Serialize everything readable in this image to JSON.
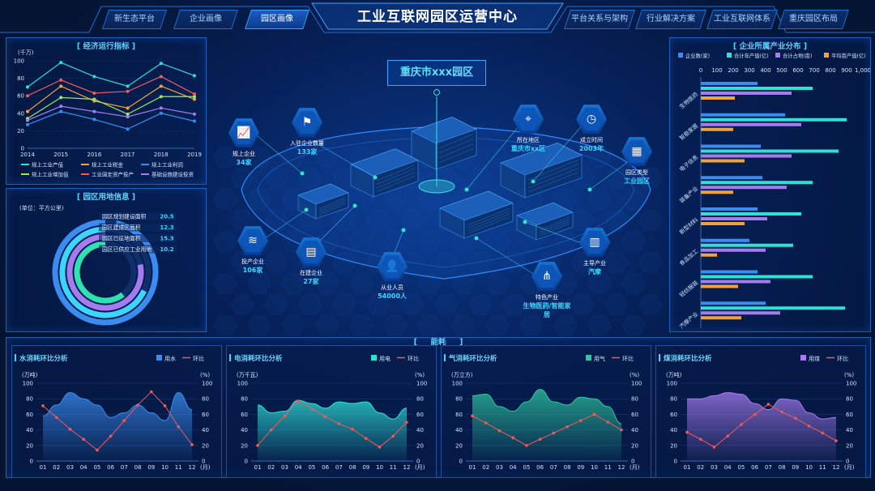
{
  "nav": {
    "left_tabs": [
      "新生态平台",
      "企业画像",
      "园区画像"
    ],
    "active_index": 2,
    "right_tabs": [
      "平台关系与架构",
      "行业解决方案",
      "工业互联网体系",
      "重庆园区布局"
    ],
    "title": "工业互联网园区运营中心"
  },
  "economy_panel": {
    "title": "经济运行指标",
    "unit": "(千万)",
    "chart_data": {
      "type": "line",
      "x": [
        "2014",
        "2015",
        "2016",
        "2017",
        "2018",
        "2019"
      ],
      "ylim": [
        0,
        100
      ],
      "yticks": [
        0,
        20,
        40,
        60,
        80,
        100
      ],
      "series": [
        {
          "name": "规上工业产值",
          "color": "#2fe0d6",
          "values": [
            70,
            98,
            82,
            71,
            97,
            83
          ]
        },
        {
          "name": "规上工业税金",
          "color": "#f2a23a",
          "values": [
            42,
            71,
            54,
            46,
            71,
            56
          ]
        },
        {
          "name": "规上工业利润",
          "color": "#3a8cf0",
          "values": [
            27,
            42,
            33,
            22,
            40,
            31
          ]
        },
        {
          "name": "规上工业增加值",
          "color": "#9ee85a",
          "values": [
            34,
            58,
            56,
            39,
            59,
            59
          ]
        },
        {
          "name": "工业固定资产投产",
          "color": "#f05a5a",
          "values": [
            60,
            78,
            63,
            65,
            82,
            62
          ]
        },
        {
          "name": "基础设施建设投资",
          "color": "#a57cf0",
          "values": [
            32,
            48,
            42,
            36,
            46,
            39
          ]
        }
      ]
    }
  },
  "land_panel": {
    "title": "园区用地信息",
    "unit": "(单位：平方公里)",
    "items": [
      {
        "label": "园区规划建设面积",
        "value": "20.5",
        "num": 20.5,
        "color": "#3a8cf0"
      },
      {
        "label": "园区建成区面积",
        "value": "12.3",
        "num": 12.3,
        "color": "#3ad6ff"
      },
      {
        "label": "园区已征地面积",
        "value": "15.3",
        "num": 15.3,
        "color": "#a57cf0"
      },
      {
        "label": "园区已供应工业用地",
        "value": "10.2",
        "num": 10.2,
        "color": "#2fe0b0"
      }
    ]
  },
  "center": {
    "park_name": "重庆市xxx园区",
    "nodes": [
      {
        "id": "above",
        "label": "规上企业",
        "value": "34家",
        "icon": "📈"
      },
      {
        "id": "incoming",
        "label": "入驻企业数量",
        "value": "133家",
        "icon": "⚑"
      },
      {
        "id": "location",
        "label": "所在地区",
        "value": "重庆市xx区",
        "icon": "⌖"
      },
      {
        "id": "founded",
        "label": "成立时间",
        "value": "2003年",
        "icon": "◷"
      },
      {
        "id": "type",
        "label": "园区类型",
        "value": "工业园区",
        "icon": "▦"
      },
      {
        "id": "producing",
        "label": "投产企业",
        "value": "106家",
        "icon": "≋"
      },
      {
        "id": "building",
        "label": "在建企业",
        "value": "27家",
        "icon": "▤"
      },
      {
        "id": "staff",
        "label": "从业人员",
        "value": "54000人",
        "icon": "👤"
      },
      {
        "id": "main",
        "label": "主导产业",
        "value": "汽摩",
        "icon": "▥"
      },
      {
        "id": "feature",
        "label": "特色产业",
        "value": "生物医药/智能家居",
        "icon": "⋔"
      }
    ]
  },
  "industry_panel": {
    "title": "企业所属产业分布",
    "chart_data": {
      "type": "bar",
      "orientation": "horizontal",
      "xlim": [
        0,
        1000
      ],
      "xticks": [
        "0",
        "100",
        "200",
        "300",
        "400",
        "500",
        "600",
        "700",
        "800",
        "900",
        "1,000"
      ],
      "categories": [
        "生物医药",
        "智能家居",
        "电子信息",
        "装备产业",
        "新型材料",
        "食品加工",
        "轻纺服装",
        "汽摩产业"
      ],
      "series": [
        {
          "name": "企业数(家)",
          "color": "#3a8cf0",
          "values": [
            350,
            520,
            370,
            380,
            350,
            300,
            350,
            400
          ]
        },
        {
          "name": "合计年产值(亿)",
          "color": "#2fe0d6",
          "values": [
            690,
            900,
            850,
            690,
            620,
            570,
            690,
            890
          ]
        },
        {
          "name": "合计占地(亩)",
          "color": "#a57cf0",
          "values": [
            560,
            620,
            560,
            530,
            410,
            400,
            430,
            490
          ]
        },
        {
          "name": "平均亩产值(亿)",
          "color": "#f2a23a",
          "values": [
            210,
            200,
            270,
            200,
            270,
            100,
            230,
            250
          ]
        }
      ]
    }
  },
  "energy": {
    "title": "能耗",
    "charts": [
      {
        "title": "水消耗环比分析",
        "bar_name": "用水",
        "line_name": "环比",
        "left_unit": "(万吨)",
        "right_unit": "(%)",
        "xunit": "(月)",
        "fill": "#3a8cf0",
        "chart_data": {
          "type": "area",
          "x": [
            "01",
            "02",
            "03",
            "04",
            "05",
            "06",
            "07",
            "08",
            "09",
            "10",
            "11",
            "12"
          ],
          "ylim": [
            0,
            100
          ],
          "yticks": [
            0,
            20,
            40,
            60,
            80,
            100
          ],
          "area_values": [
            58,
            72,
            88,
            80,
            72,
            56,
            62,
            72,
            62,
            52,
            88,
            66
          ],
          "line_values": [
            71,
            56,
            41,
            28,
            14,
            32,
            52,
            72,
            89,
            71,
            44,
            21
          ]
        }
      },
      {
        "title": "电消耗环比分析",
        "bar_name": "用电",
        "line_name": "环比",
        "left_unit": "(万千瓦)",
        "right_unit": "(%)",
        "xunit": "(月)",
        "fill": "#2fe0d6",
        "chart_data": {
          "type": "area",
          "x": [
            "01",
            "02",
            "03",
            "04",
            "05",
            "06",
            "07",
            "08",
            "09",
            "10",
            "11",
            "12"
          ],
          "ylim": [
            0,
            100
          ],
          "yticks": [
            0,
            20,
            40,
            60,
            80,
            100
          ],
          "area_values": [
            72,
            62,
            64,
            78,
            74,
            68,
            76,
            74,
            76,
            62,
            54,
            68
          ],
          "line_values": [
            20,
            40,
            58,
            77,
            67,
            57,
            48,
            41,
            29,
            18,
            32,
            50
          ]
        }
      },
      {
        "title": "气消耗环比分析",
        "bar_name": "用气",
        "line_name": "环比",
        "left_unit": "(万立方)",
        "right_unit": "(%)",
        "xunit": "(月)",
        "fill": "#2fc8a0",
        "chart_data": {
          "type": "area",
          "x": [
            "01",
            "02",
            "03",
            "04",
            "05",
            "06",
            "07",
            "08",
            "09",
            "10",
            "11",
            "12"
          ],
          "ylim": [
            0,
            100
          ],
          "yticks": [
            0,
            20,
            40,
            60,
            80,
            100
          ],
          "area_values": [
            84,
            86,
            70,
            64,
            76,
            92,
            76,
            72,
            82,
            80,
            70,
            48
          ],
          "line_values": [
            58,
            49,
            39,
            30,
            20,
            28,
            36,
            44,
            52,
            60,
            50,
            40
          ]
        }
      },
      {
        "title": "煤消耗环比分析",
        "bar_name": "用煤",
        "line_name": "环比",
        "left_unit": "(万吨)",
        "right_unit": "(%)",
        "xunit": "(月)",
        "fill": "#a57cf0",
        "chart_data": {
          "type": "area",
          "x": [
            "01",
            "02",
            "03",
            "04",
            "05",
            "06",
            "07",
            "08",
            "09",
            "10",
            "11",
            "12"
          ],
          "ylim": [
            0,
            100
          ],
          "yticks": [
            0,
            20,
            40,
            60,
            80,
            100
          ],
          "area_values": [
            80,
            80,
            84,
            88,
            86,
            74,
            66,
            80,
            78,
            62,
            54,
            56
          ],
          "line_values": [
            37,
            28,
            18,
            32,
            47,
            60,
            73,
            63,
            55,
            45,
            36,
            26
          ]
        }
      }
    ]
  }
}
